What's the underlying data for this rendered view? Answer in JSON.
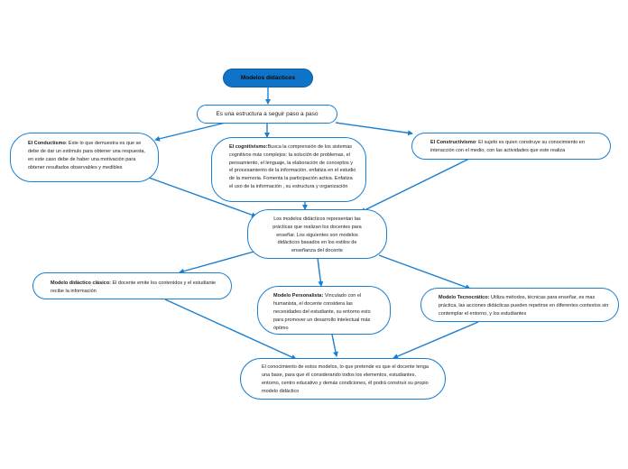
{
  "root": {
    "title": "Modelos didácticos"
  },
  "definition": {
    "text": "Es una estructura a seguir  paso a paso"
  },
  "conductismo": {
    "label": "El Conductismo",
    "text": ": Este lo que demuestra es que se debe de                 dar un estímulo para obtener una respuesta, en este caso debe de haber una motivación para obtener resultados observables y medibles"
  },
  "cognitivismo": {
    "label": "El cognitivismo:",
    "text": "Busca la comprensión de los sistemas cognitivos más complejos: la solución de problemas, el pensamiento, el lenguaje, la elaboración de conceptos y el procesamiento de la información, enfatiza en el estudio de la memoria. Fomenta la participación activa. Enfatiza el uso de la información , su estructura y organización"
  },
  "constructivismo": {
    "label": "El Constructivismo",
    "text": ": El sujeto es quien construye su conocimiento en interacción con el medio, con las actividades que este realiza"
  },
  "center": {
    "text": "Los modelos didácticos representan las prácticas que realizan los docentes para enseñar. Los siguientes son modelos didácticos basados en los estilos de enseñanza del docente"
  },
  "clasico": {
    "label": "Modelo didáctico clásico:",
    "text": " El docente emite los contenidos y el estudiante recibe la información"
  },
  "personalista": {
    "label": "Modelo Personalista:",
    "text": " Vinculado con el humanista, el docente considera las necesidades del estudiante, su entorno esto para promover un desarrollo intelectual más óptimo"
  },
  "tecnocratico": {
    "label": "Modelo Tecnocrático:",
    "text": " Utiliza métodos, técnicas para enseñar, es mas práctica, las acciones didácticas pueden repetirse en diferentes contextos sin contemplar el entorno, y los estudiantes"
  },
  "conclusion": {
    "text": "El conocimiento de estos  modelos, lo que pretende es que el docente tenga una base, para que él considerando todos los elementos, estudiantes, entorno, centro educativo y demás condiciones, él podrá construir su propio modelo didáctico"
  },
  "colors": {
    "accent": "#1b7fd0",
    "root_fill": "#0f74c7"
  }
}
